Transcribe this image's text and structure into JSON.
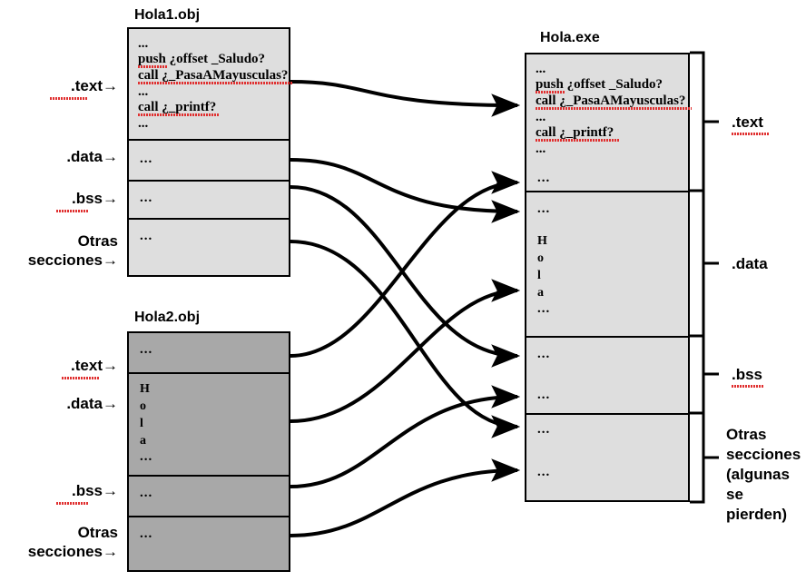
{
  "diagram": {
    "title_left_top": "Hola1.obj",
    "title_left_bottom": "Hola2.obj",
    "title_right": "Hola.exe",
    "ellipsis": "...",
    "colors": {
      "obj1_fill": "#dedede",
      "obj2_fill": "#a8a8a8",
      "exe_fill": "#dedede",
      "stroke": "#000000",
      "spellcheck": "#e03030",
      "background": "#ffffff"
    }
  },
  "hola1": {
    "title": "Hola1.obj",
    "code_lines": [
      "...",
      "push ¿offset _Saludo?",
      "call ¿_PasaAMayusculas?",
      "...",
      "call ¿_printf?",
      "..."
    ],
    "sections": [
      {
        "label": ".text→",
        "content": ""
      },
      {
        "label": ".data→",
        "content": "..."
      },
      {
        "label": ".bss→",
        "content": "..."
      },
      {
        "label": "Otras\nsecciones→",
        "content": "..."
      }
    ]
  },
  "hola2": {
    "title": "Hola2.obj",
    "sections": [
      {
        "label": ".text→",
        "content": "..."
      },
      {
        "label": ".data→",
        "content": "H o l a ..."
      },
      {
        "label": ".bss→",
        "content": "..."
      },
      {
        "label": "Otras\nsecciones→",
        "content": "..."
      }
    ],
    "data_chars": [
      "H",
      "o",
      "l",
      "a"
    ],
    "data_dots": "..."
  },
  "holaexe": {
    "title": "Hola.exe",
    "code_lines": [
      "...",
      "push ¿offset _Saludo?",
      "call ¿_PasaAMayusculas?",
      "...",
      "call ¿_printf?",
      "..."
    ],
    "sections": [
      {
        "label": ".text",
        "extra_dots": "..."
      },
      {
        "label": ".data",
        "chars": [
          "H",
          "o",
          "l",
          "a"
        ]
      },
      {
        "label": ".bss",
        "extra_dots": "..."
      },
      {
        "label": "Otras\nsecciones\n(algunas\n se\npierden)",
        "extra_dots": "..."
      }
    ]
  },
  "labels": {
    "text": ".text→",
    "data": ".data→",
    "bss": ".bss→",
    "otras": "Otras\nsecciones→",
    "r_text": ".text",
    "r_data": ".data",
    "r_bss": ".bss",
    "r_otras": "Otras\nsecciones\n(algunas\n se\npierden)"
  }
}
